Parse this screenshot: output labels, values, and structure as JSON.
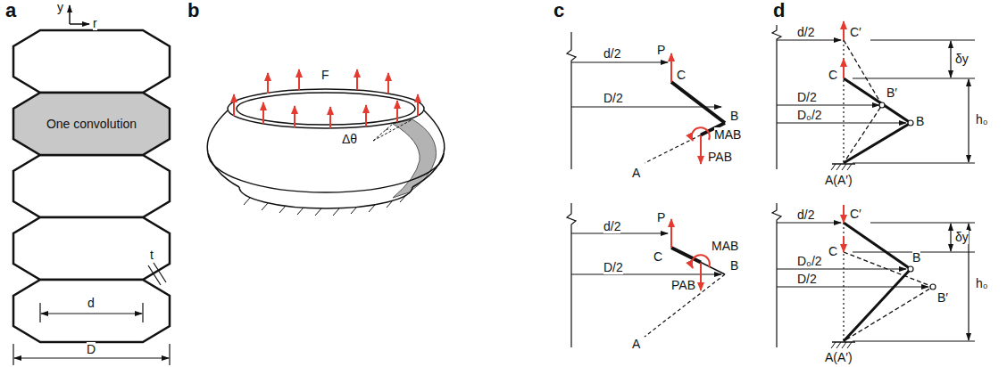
{
  "diagram": {
    "nodes": [
      {
        "text": [
          "One convolution"
        ]
      }
    ],
    "labels": [
      "a",
      "y",
      "r",
      "t",
      "d",
      "D",
      "b",
      "F",
      "Δθ",
      "c",
      "P",
      "d/2",
      "C",
      "D/2",
      "B",
      "MAB",
      "PAB",
      "A",
      "P",
      "d/2",
      "C",
      "MAB",
      "D/2",
      "PAB",
      "B",
      "A",
      "d",
      "d/2",
      "C′",
      "δy",
      "C",
      "D/2",
      "D₀/2",
      "B′",
      "B",
      "h₀",
      "A(A′)",
      "d/2",
      "C′",
      "δy",
      "C",
      "D₀/2",
      "B",
      "D/2",
      "B′",
      "h₀",
      "A(A′)"
    ]
  }
}
